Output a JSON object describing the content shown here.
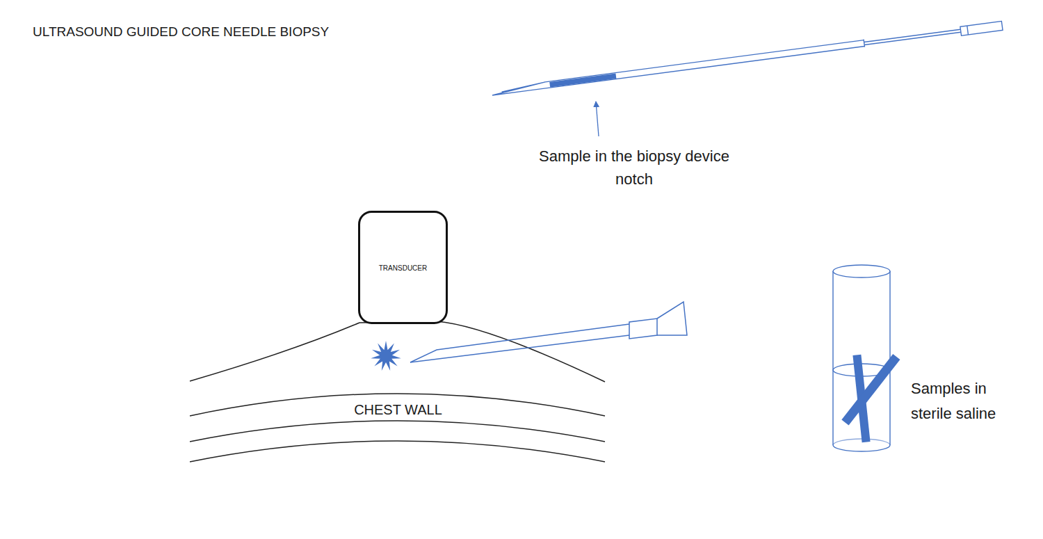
{
  "diagram": {
    "title": "ULTRASOUND GUIDED CORE NEEDLE BIOPSY",
    "nodes": [
      {
        "text": [
          "TRANSDUCER"
        ]
      }
    ],
    "labels": [
      "Sample in the biopsy device notch",
      "CHEST WALL",
      "Samples in sterile saline"
    ]
  }
}
